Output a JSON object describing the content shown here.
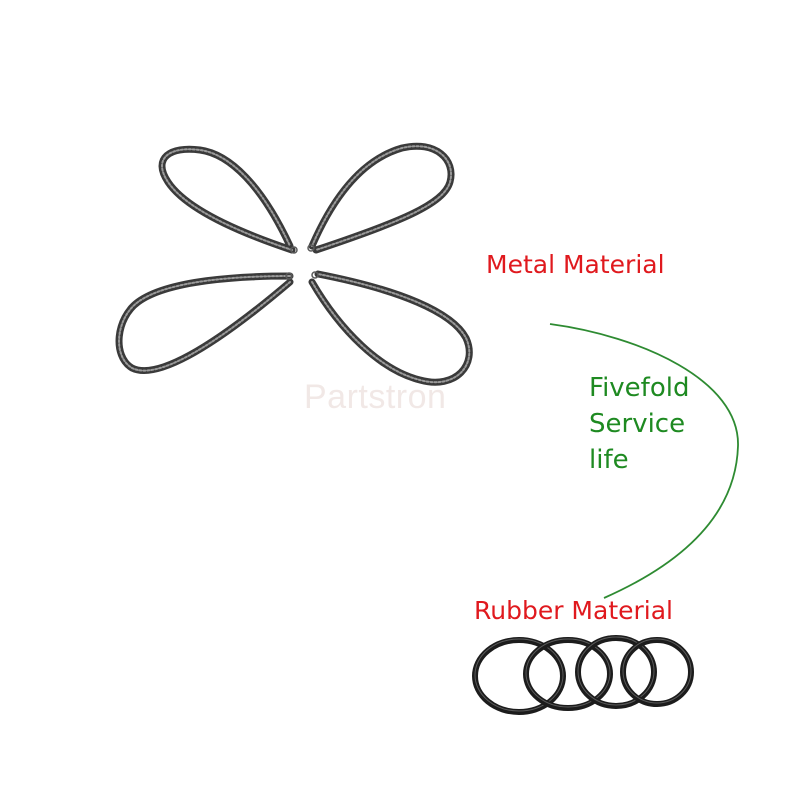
{
  "watermark": {
    "text": "Partstron",
    "color": "#e6d7d2"
  },
  "labels": {
    "metal": "Metal Material",
    "benefit_lines": [
      "Fivefold",
      "Service",
      "life"
    ],
    "rubber": "Rubber Material"
  },
  "colors": {
    "metal_label": "#e0191e",
    "benefit_label": "#1e8a21",
    "rubber_label": "#e0191e",
    "connector_line": "#2e8b32",
    "spring_steel": "#3a3a3a",
    "spring_highlight": "#9a9a9a",
    "rubber_ring": "#1c1c1c",
    "rubber_ring_highlight": "#5a5a5a"
  },
  "objects": {
    "metal_springs": 4,
    "rubber_rings": 4
  }
}
